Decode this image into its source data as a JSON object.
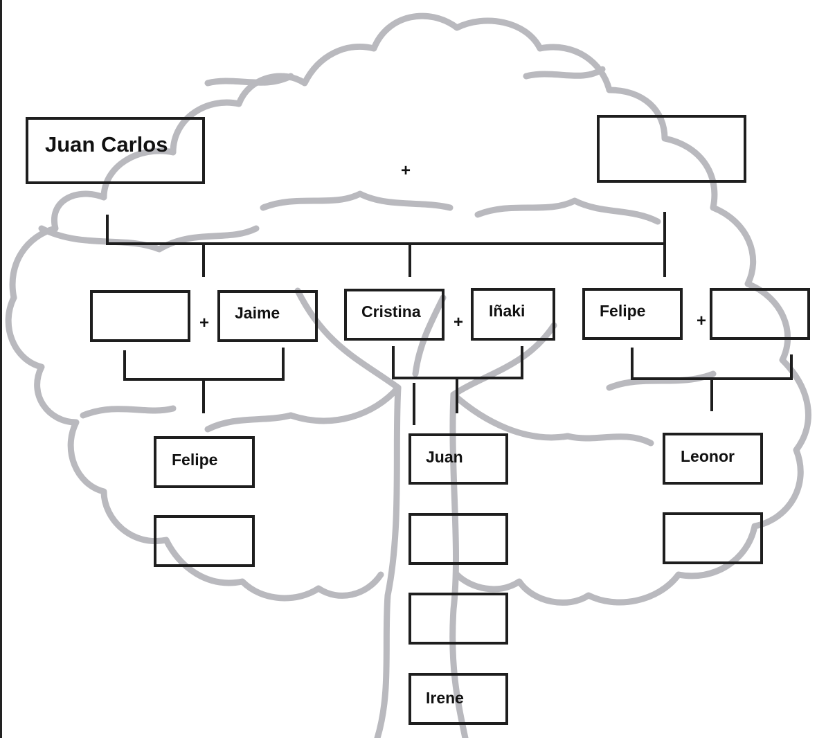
{
  "grandparents": {
    "left": "Juan Carlos",
    "right": ""
  },
  "children": {
    "elena": "",
    "jaime": "Jaime",
    "cristina": "Cristina",
    "inaki": "Iñaki",
    "felipe": "Felipe",
    "letizia": ""
  },
  "grandchildren": {
    "felipe": "Felipe",
    "branch1_second": "",
    "juan": "Juan",
    "branch2_second": "",
    "branch2_third": "",
    "irene": "Irene",
    "leonor": "Leonor",
    "branch3_second": ""
  },
  "symbols": {
    "plus": "+"
  }
}
